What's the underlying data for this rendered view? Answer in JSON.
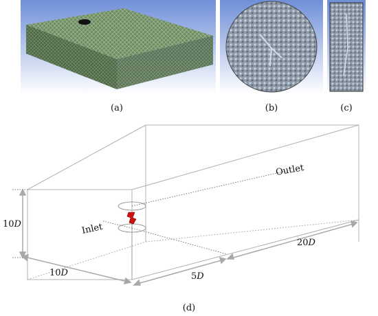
{
  "panels": {
    "a": {
      "caption": "(a)"
    },
    "b": {
      "caption": "(b)"
    },
    "c": {
      "caption": "(c)"
    },
    "d": {
      "caption": "(d)"
    }
  },
  "domain_labels": {
    "height": "10D",
    "width": "10D",
    "upstream": "5D",
    "downstream": "20D",
    "inlet": "Inlet",
    "outlet": "Outlet"
  },
  "colors": {
    "mesh_green": "#5e7a57",
    "mesh_top": "#7c9a6d",
    "sky_top": "#6f8fd8",
    "sky_bottom": "#ffffff",
    "turbine_red": "#cc1111",
    "dimension_gray": "#a8a8a8",
    "box_line": "#b0b0b0"
  }
}
